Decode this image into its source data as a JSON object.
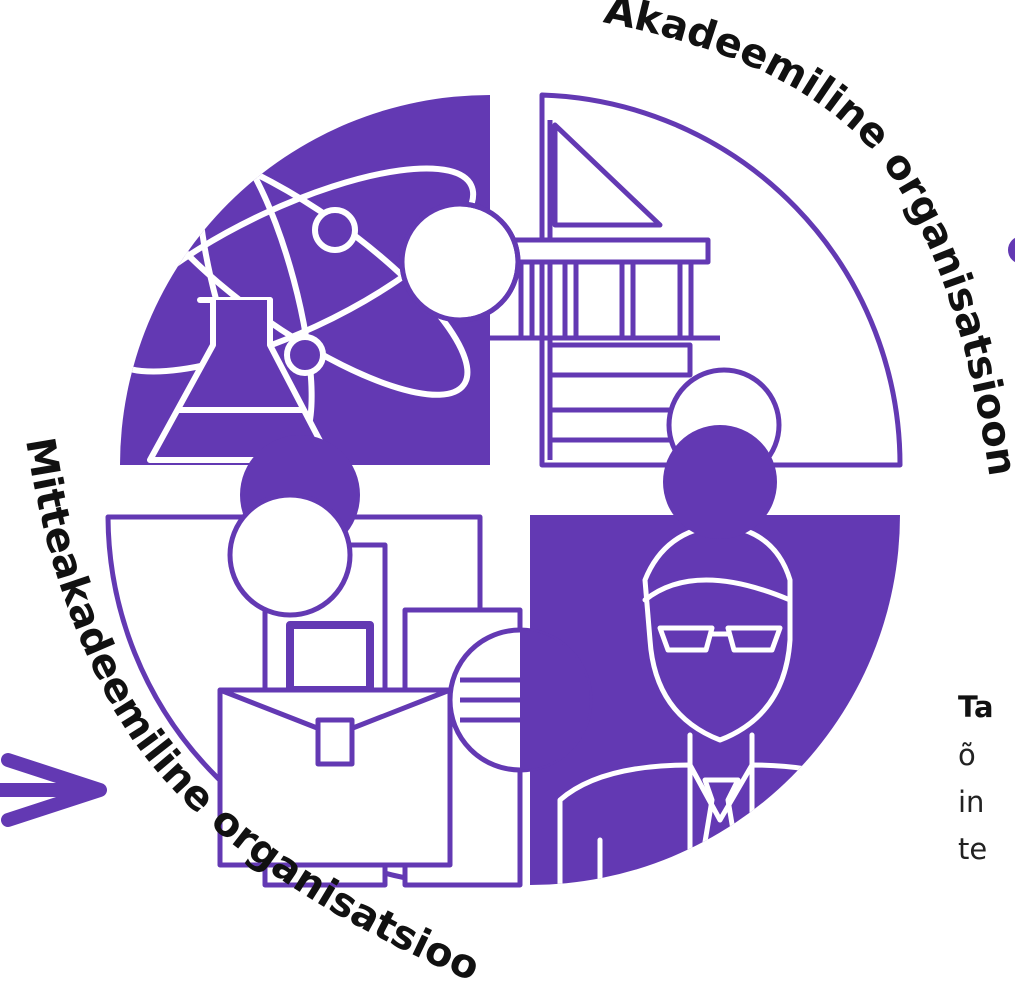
{
  "labels": {
    "academic": "Akadeemiline organisatsioon",
    "non_academic": "Mitteakadeemiline organisatsioon"
  },
  "side_text": {
    "title": "Ta",
    "line1": "õ",
    "line2": "in",
    "line3": "te"
  },
  "colors": {
    "accent": "#6339b3",
    "white": "#ffffff",
    "text": "#111111"
  },
  "icons": [
    "atom-icon",
    "flask-icon",
    "building-columns-icon",
    "briefcase-icon",
    "documents-icon",
    "person-icon",
    "arrow-icon"
  ]
}
